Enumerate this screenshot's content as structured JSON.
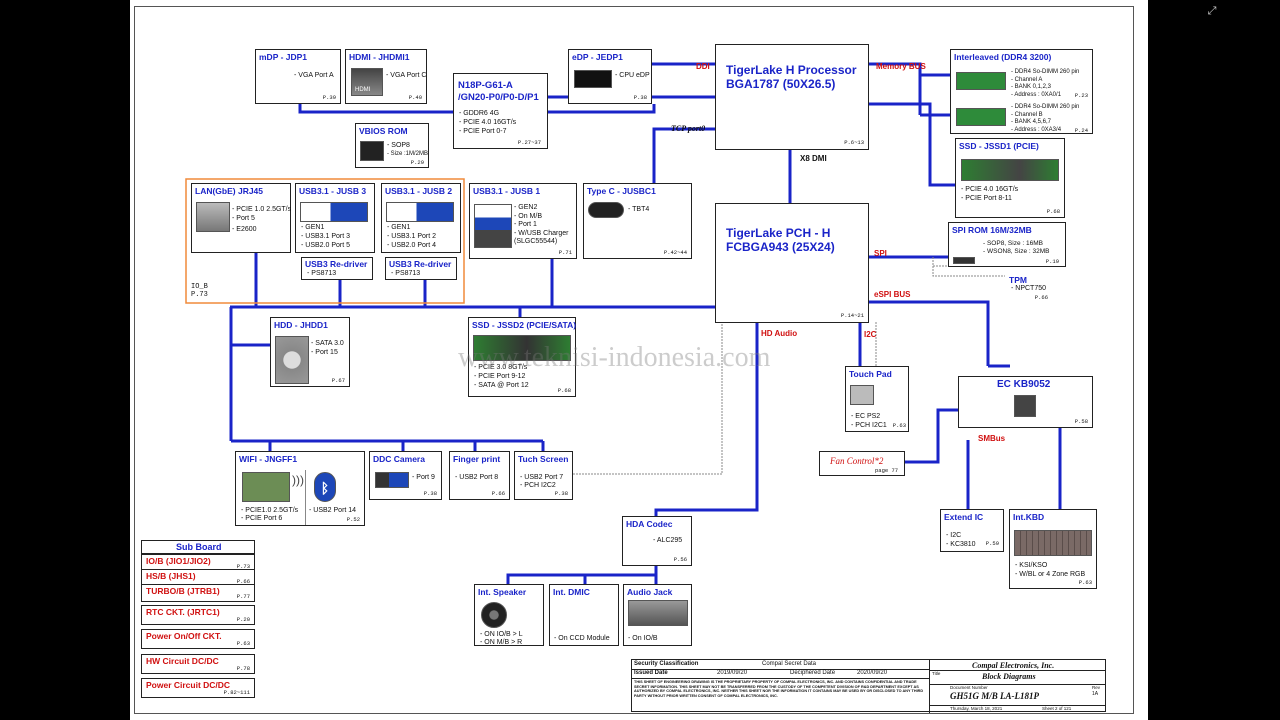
{
  "ui": {
    "expand_icon": "⤢"
  },
  "watermark": "www.teknisi-indonesia.com",
  "blocks": {
    "mdp": {
      "title": "mDP - JDP1",
      "lines": [
        "- VGA Port A"
      ],
      "page": "P.39"
    },
    "hdmi": {
      "title": "HDMI - JHDMI1",
      "lines": [
        "- VGA Port C"
      ],
      "page": "P.40",
      "logo": "HDMI"
    },
    "gpu": {
      "title1": "N18P-G61-A",
      "title2": "/GN20-P0/P0-D/P1",
      "lines": [
        "- GDDR6 4G",
        "- PCIE 4.0 16GT/s",
        "- PCIE Port 0-7"
      ],
      "page": "P.27~37"
    },
    "vbios": {
      "title": "VBIOS ROM",
      "lines": [
        "- SOP8",
        "- Size :1M/2MB"
      ],
      "page": "P.29"
    },
    "edp": {
      "title": "eDP - JEDP1",
      "lines": [
        "- CPU eDP"
      ],
      "page": "P.38"
    },
    "cpu": {
      "title1": "TigerLake H Processor",
      "title2": "BGA1787 (50X26.5)",
      "page": "P.6~13"
    },
    "ddr": {
      "title": "Interleaved (DDR4 3200)",
      "a": [
        "- DDR4 So-DIMM 260 pin",
        "- Channel A",
        "- BANK 0,1,2,3",
        "- Address : 0XA0/1"
      ],
      "page_a": "P.23",
      "b": [
        "- DDR4 So-DIMM 260 pin",
        "- Channel B",
        "- BANK 4,5,6,7",
        "- Address : 0XA3/4"
      ],
      "page_b": "P.24"
    },
    "ssd1": {
      "title": "SSD - JSSD1 (PCIE)",
      "lines": [
        "- PCIE 4.0 16GT/s",
        "- PCIE Port 8-11"
      ],
      "page": "P.68"
    },
    "lan": {
      "title": "LAN(GbE) JRJ45",
      "lines": [
        "- PCIE 1.0 2.5GT/s",
        "- Port 5",
        "- E2600"
      ]
    },
    "usb_jusb3": {
      "title": "USB3.1 - JUSB 3",
      "lines": [
        "- GEN1",
        "- USB3.1 Port 3",
        "- USB2.0 Port 5"
      ]
    },
    "usb_jusb2": {
      "title": "USB3.1 - JUSB 2",
      "lines": [
        "- GEN1",
        "- USB3.1 Port 2",
        "- USB2.0 Port 4"
      ]
    },
    "redriver1": {
      "title": "USB3 Re-driver",
      "lines": [
        "- PS8713"
      ]
    },
    "redriver2": {
      "title": "USB3 Re-driver",
      "lines": [
        "- PS8713"
      ]
    },
    "io_board": {
      "label": "IO_B",
      "page": "P.73"
    },
    "usb_jusb1": {
      "title": "USB3.1 - JUSB 1",
      "lines": [
        "- GEN2",
        "- On M/B",
        "- Port 1",
        "- W/USB Charger",
        "  (SLGC55544)"
      ],
      "page": "P.71"
    },
    "typec": {
      "title": "Type C - JUSBC1",
      "lines": [
        "- TBT4"
      ],
      "page": "P.42~44"
    },
    "pch": {
      "title1": "TigerLake PCH - H",
      "title2": "FCBGA943 (25X24)",
      "page": "P.14~21"
    },
    "spirom": {
      "title": "SPI ROM 16M/32MB",
      "lines": [
        "- SOP8, Size : 16MB",
        "- WSON8, Size : 32MB"
      ],
      "page": "P.19"
    },
    "tpm": {
      "title": "TPM",
      "lines": [
        "- NPCT750"
      ],
      "page": "P.66"
    },
    "hdd": {
      "title": "HDD - JHDD1",
      "lines": [
        "- SATA 3.0",
        "- Port 15"
      ],
      "page": "P.67"
    },
    "ssd2": {
      "title": "SSD - JSSD2 (PCIE/SATA)",
      "lines": [
        "- PCIE 3.0 8GT/s",
        "- PCIE Port 9-12",
        "- SATA @ Port 12"
      ],
      "page": "P.68"
    },
    "touchpad": {
      "title": "Touch Pad",
      "lines": [
        "- EC PS2",
        "- PCH I2C1"
      ],
      "page": "P.63"
    },
    "ec": {
      "title": "EC KB9052",
      "page": "P.58"
    },
    "fan": {
      "title": "Fan Control*2",
      "page": "page 77"
    },
    "wifi": {
      "title": "WIFI - JNGFF1",
      "lines": [
        "- PCIE1.0  2.5GT/s",
        "- PCIE Port 6"
      ],
      "bt_lines": [
        "- USB2 Port 14"
      ],
      "page": "P.52"
    },
    "camera": {
      "title": "DDC Camera",
      "lines": [
        "- Port 9"
      ],
      "page": "P.38"
    },
    "finger": {
      "title": "Finger print",
      "lines": [
        "- USB2 Port 8"
      ],
      "page": "P.66"
    },
    "touchscreen": {
      "title": "Tuch Screen",
      "lines": [
        "- USB2 Port 7",
        "- PCH I2C2"
      ],
      "page": "P.38"
    },
    "hda": {
      "title": "HDA Codec",
      "lines": [
        "- ALC295"
      ],
      "page": "P.56"
    },
    "speaker": {
      "title": "Int. Speaker",
      "lines": [
        "- ON IO/B > L",
        "- ON M/B > R"
      ]
    },
    "dmic": {
      "title": "Int. DMIC",
      "lines": [
        "- On CCD Module"
      ]
    },
    "audiojack": {
      "title": "Audio Jack",
      "lines": [
        "- On IO/B"
      ]
    },
    "extendic": {
      "title": "Extend IC",
      "lines": [
        "- I2C",
        "- KC3810"
      ],
      "page": "P.59"
    },
    "intkbd": {
      "title": "Int.KBD",
      "lines": [
        "- KSI/KSO",
        "- W/BL or 4 Zone RGB"
      ],
      "page": "P.63"
    }
  },
  "bus_labels": {
    "ddi": "DDI",
    "memory": "Memory BUS",
    "tcp": "TCP port0",
    "x8dmi": "X8 DMI",
    "spi": "SPI",
    "espi": "eSPI BUS",
    "hdaudio": "HD Audio",
    "i2c": "I2C",
    "smbus": "SMBus"
  },
  "sub_board": {
    "title": "Sub Board",
    "items": [
      {
        "label": "IO/B (JIO1/JIO2)",
        "page": "P.73"
      },
      {
        "label": "HS/B (JHS1)",
        "page": "P.66"
      },
      {
        "label": "TURBO/B (JTRB1)",
        "page": "P.77"
      },
      {
        "label": "RTC CKT. (JRTC1)",
        "page": "P.20"
      },
      {
        "label": "Power On/Off CKT.",
        "page": "P.63"
      },
      {
        "label": "HW Circuit DC/DC",
        "page": "P.78"
      },
      {
        "label": "Power Circuit DC/DC",
        "page": "P.82~111"
      }
    ]
  },
  "title_block": {
    "security_label": "Security Classification",
    "security_value": "Compal Secret Data",
    "issued_label": "Issued Date",
    "issued_value": "2019/09/20",
    "deciphered_label": "Deciphered Date",
    "deciphered_value": "2020/09/20",
    "company": "Compal Electronics, Inc.",
    "title_label": "Title",
    "title_value": "Block Diagrams",
    "doc_label": "Document Number",
    "doc_value": "GH51G M/B LA-L181P",
    "rev_label": "Rev",
    "rev_value": "1A",
    "date_value": "Thursday, March 18, 2021",
    "sheet_value": "Sheet 2 of 121",
    "legal": "THIS SHEET OF ENGINEERING DRAWING IS THE PROPRIETARY PROPERTY OF COMPAL ELECTRONICS, INC. AND CONTAINS CONFIDENTIAL AND TRADE SECRET INFORMATION. THIS SHEET MAY NOT BE TRANSFERRED FROM THE CUSTODY OF THE COMPETENT DIVISION OF R&D DEPARTMENT EXCEPT AS AUTHORIZED BY COMPAL ELECTRONICS, INC. NEITHER THIS SHEET NOR THE INFORMATION IT CONTAINS MAY BE USED BY OR DISCLOSED TO ANY THIRD PARTY WITHOUT PRIOR WRITTEN CONSENT OF COMPAL ELECTRONICS, INC."
  },
  "colors": {
    "bus": "#1a24c8",
    "label_red": "#d01010",
    "io_border": "#f08a3a"
  }
}
